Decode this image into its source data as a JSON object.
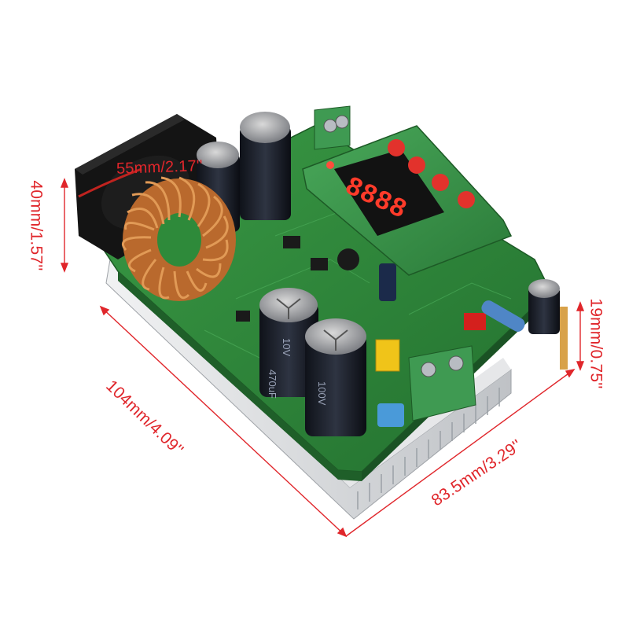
{
  "image": {
    "subject": "DC-DC step up boost converter module with heat sink, cooling fan, toroidal inductor and 4-digit LED display",
    "background_color": "#ffffff",
    "accent_color": "#e0262b"
  },
  "display": {
    "digits": "8888",
    "segment_color": "#ff3b2a",
    "buttons": 4
  },
  "capacitors": {
    "marking_top": "10V",
    "marking_bottom": "100V",
    "marking_value": "470uF"
  },
  "dimensions": {
    "length": "104mm/4.09''",
    "width": "83.5mm/3.29''",
    "fan_size": "55mm/2.17''",
    "height": "40mm/1.57''",
    "post_height": "19mm/0.75''"
  },
  "colors": {
    "pcb": "#2e8a3a",
    "heatsink": "#d7d9dc",
    "terminal": "#3f9a52",
    "copper": "#c97a3a",
    "capacitor": "#1b1f2a"
  }
}
